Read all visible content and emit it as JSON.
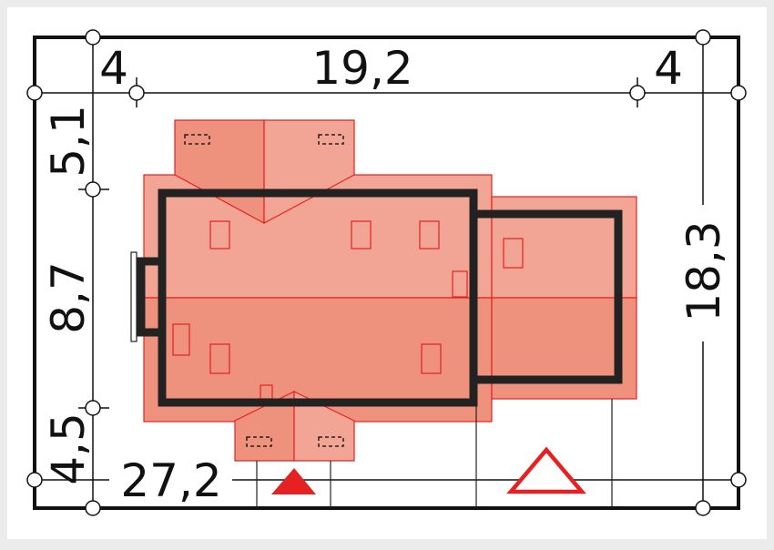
{
  "dimensions": {
    "left_setback": "4",
    "house_length": "19,2",
    "right_setback": "4",
    "top_setback": "5,1",
    "house_depth": "8,7",
    "bottom_setback": "4,5",
    "plot_depth": "18,3",
    "plot_width": "27,2"
  },
  "colors": {
    "background": "#ececec",
    "paper": "#ffffff",
    "roof_light": "#f2a594",
    "roof_dark": "#ee927e",
    "roof_lines": "#e52121",
    "wall": "#222222",
    "entrance_marker": "#e52121"
  },
  "markers": {
    "entrance_arrow": "filled-red-triangle",
    "garage_arrow": "outlined-red-triangle"
  }
}
